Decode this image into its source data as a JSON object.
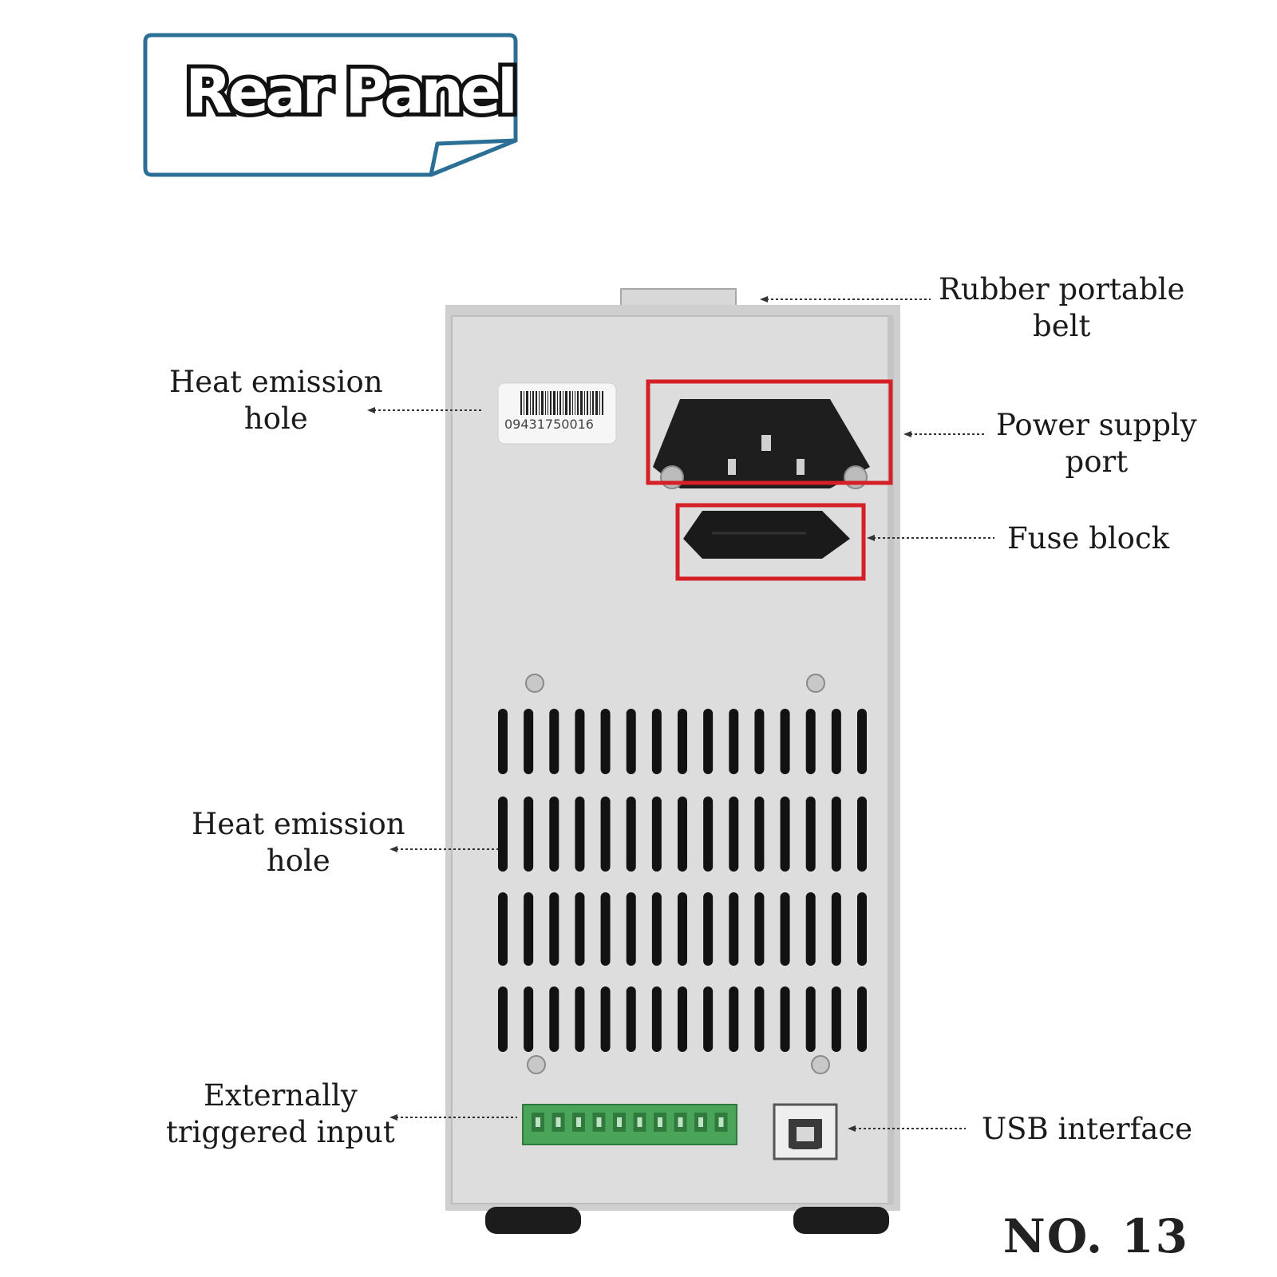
{
  "title": "Rear Panel",
  "page_number": "NO. 13",
  "serial_number": "09431750016",
  "labels": {
    "rubber_belt": [
      "Rubber portable",
      "belt"
    ],
    "heat_top": [
      "Heat emission",
      "hole"
    ],
    "power_port": [
      "Power supply",
      "port"
    ],
    "fuse_block": [
      "Fuse block"
    ],
    "heat_middle": [
      "Heat emission",
      "hole"
    ],
    "ext_input": [
      "Externally",
      "triggered input"
    ],
    "usb": [
      "USB interface"
    ]
  },
  "colors": {
    "title_border": "#2b6f96",
    "highlight": "#d42026",
    "panel": "#dcdcdc",
    "connector": "#4aa55a"
  }
}
